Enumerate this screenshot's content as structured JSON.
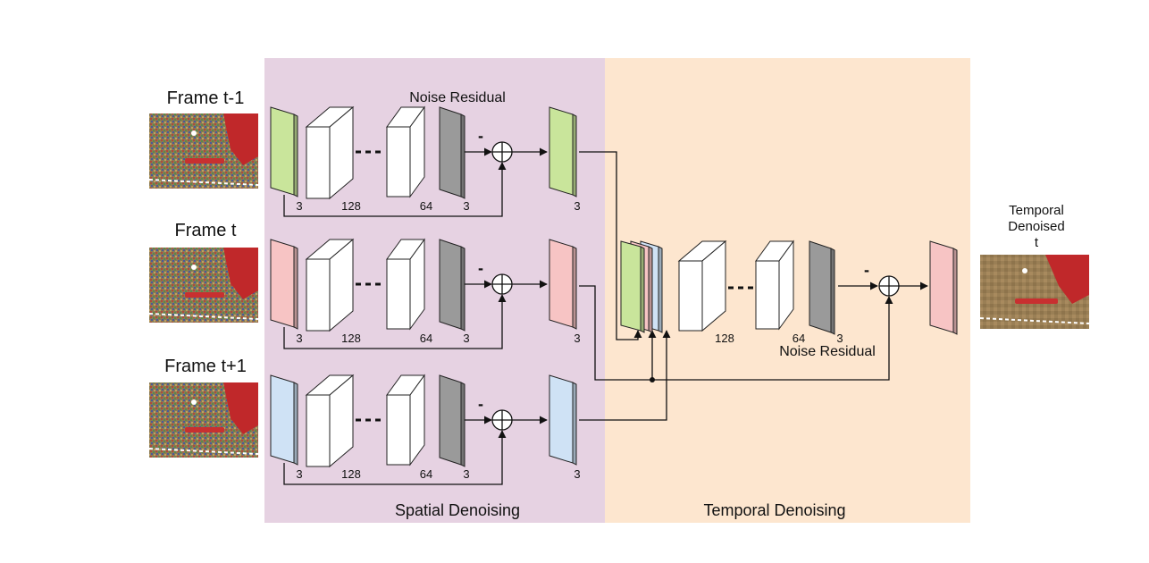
{
  "rows": [
    {
      "frame_label": "Frame t-1",
      "input_color": "#c9e59b",
      "output_color": "#c9e59b",
      "show_title": true
    },
    {
      "frame_label": "Frame t",
      "input_color": "#f7c4c4",
      "output_color": "#f7c4c4",
      "show_title": false
    },
    {
      "frame_label": "Frame t+1",
      "input_color": "#cfe2f5",
      "output_color": "#cfe2f5",
      "show_title": false
    }
  ],
  "spatial": {
    "title": "Spatial Denoising",
    "residual_label": "Noise Residual",
    "channel_labels": [
      "3",
      "128",
      "64",
      "3"
    ],
    "output_channels": "3",
    "minus_sign": "-",
    "background": "#e6d2e2"
  },
  "temporal": {
    "title": "Temporal Denoising",
    "residual_label": "Noise Residual",
    "channel_labels": [
      "128",
      "64",
      "3"
    ],
    "minus_sign": "-",
    "background": "#fde6cf",
    "output_color": "#f7c4c4"
  },
  "result": {
    "label_lines": [
      "Temporal",
      "Denoised",
      "t"
    ]
  },
  "colors": {
    "gray_block": "#9a9a9a",
    "block_stroke": "#222222",
    "line": "#111111"
  },
  "icons": [
    "sum-circle-icon",
    "arrow-head-icon"
  ]
}
